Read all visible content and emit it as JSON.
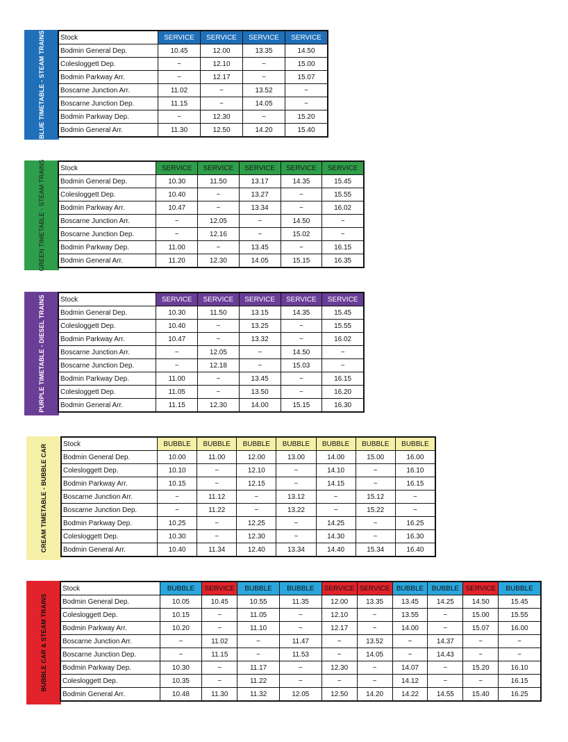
{
  "blue": {
    "side_label": "BLUE TIMETABLE - STEAM TRAINS",
    "header": [
      "Stock",
      "SERVICE",
      "SERVICE",
      "SERVICE",
      "SERVICE"
    ],
    "header_styles": [
      "",
      "hdr-blue",
      "hdr-blue",
      "hdr-blue",
      "hdr-blue"
    ],
    "rows": [
      [
        "Bodmin General Dep.",
        "10.45",
        "12.00",
        "13.35",
        "14.50"
      ],
      [
        "Colesloggett Dep.",
        "~",
        "12.10",
        "~",
        "15.00"
      ],
      [
        "Bodmin Parkway Arr.",
        "~",
        "12.17",
        "~",
        "15.07"
      ],
      [
        "Boscarne Junction Arr.",
        "11.02",
        "~",
        "13.52",
        "~"
      ],
      [
        "Boscarne Junction Dep.",
        "11.15",
        "~",
        "14.05",
        "~"
      ],
      [
        "Bodmin Parkway Dep.",
        "~",
        "12.30",
        "~",
        "15.20"
      ],
      [
        "Bodmin General Arr.",
        "11.30",
        "12.50",
        "14.20",
        "15.40"
      ]
    ]
  },
  "green": {
    "side_label": "GREEN TIMETABLE - STEAM TRAINS",
    "header": [
      "Stock",
      "SERVICE",
      "SERVICE",
      "SERVICE",
      "SERVICE",
      "SERVICE"
    ],
    "header_styles": [
      "",
      "hdr-green",
      "hdr-green",
      "hdr-green",
      "hdr-green",
      "hdr-green"
    ],
    "rows": [
      [
        "Bodmin General Dep.",
        "10.30",
        "11.50",
        "13.17",
        "14.35",
        "15.45"
      ],
      [
        "Colesloggett Dep.",
        "10.40",
        "~",
        "13.27",
        "~",
        "15.55"
      ],
      [
        "Bodmin Parkway Arr.",
        "10.47",
        "~",
        "13.34",
        "~",
        "16.02"
      ],
      [
        "Boscarne Junction Arr.",
        "~",
        "12.05",
        "~",
        "14.50",
        "~"
      ],
      [
        "Boscarne Junction Dep.",
        "~",
        "12.16",
        "~",
        "15.02",
        "~"
      ],
      [
        "Bodmin Parkway Dep.",
        "11.00",
        "~",
        "13.45",
        "~",
        "16.15"
      ],
      [
        "Bodmin General Arr.",
        "11.20",
        "12.30",
        "14.05",
        "15.15",
        "16.35"
      ]
    ]
  },
  "purple": {
    "side_label": "PURPLE TIMETABLE - DIESEL TRAINS",
    "header": [
      "Stock",
      "SERVICE",
      "SERVICE",
      "SERVICE",
      "SERVICE",
      "SERVICE"
    ],
    "header_styles": [
      "",
      "hdr-purple",
      "hdr-purple",
      "hdr-purple",
      "hdr-purple",
      "hdr-purple"
    ],
    "rows": [
      [
        "Bodmin General Dep.",
        "10.30",
        "11.50",
        "13.15",
        "14.35",
        "15.45"
      ],
      [
        "Colesloggett Dep.",
        "10.40",
        "~",
        "13.25",
        "~",
        "15.55"
      ],
      [
        "Bodmin Parkway Arr.",
        "10.47",
        "~",
        "13.32",
        "~",
        "16.02"
      ],
      [
        "Boscarne Junction Arr.",
        "~",
        "12.05",
        "~",
        "14.50",
        "~"
      ],
      [
        "Boscarne Junction Dep.",
        "~",
        "12.18",
        "~",
        "15.03",
        "~"
      ],
      [
        "Bodmin Parkway Dep.",
        "11.00",
        "~",
        "13.45",
        "~",
        "16.15"
      ],
      [
        "Colesloggett Dep.",
        "11.05",
        "~",
        "13.50",
        "~",
        "16.20"
      ],
      [
        "Bodmin General Arr.",
        "11.15",
        "12.30",
        "14.00",
        "15.15",
        "16.30"
      ]
    ]
  },
  "cream": {
    "side_label": "CREAM TIMETABLE - BUBBLE CAR",
    "header": [
      "Stock",
      "BUBBLE",
      "BUBBLE",
      "BUBBLE",
      "BUBBLE",
      "BUBBLE",
      "BUBBLE",
      "BUBBLE"
    ],
    "header_styles": [
      "",
      "hdr-cream",
      "hdr-cream",
      "hdr-cream",
      "hdr-cream",
      "hdr-cream",
      "hdr-cream",
      "hdr-cream"
    ],
    "rows": [
      [
        "Bodmin General Dep.",
        "10.00",
        "11.00",
        "12.00",
        "13.00",
        "14.00",
        "15.00",
        "16.00"
      ],
      [
        "Colesloggett Dep.",
        "10.10",
        "~",
        "12.10",
        "~",
        "14.10",
        "~",
        "16.10"
      ],
      [
        "Bodmin Parkway Arr.",
        "10.15",
        "~",
        "12.15",
        "~",
        "14.15",
        "~",
        "16.15"
      ],
      [
        "Boscarne Junction Arr.",
        "~",
        "11.12",
        "~",
        "13.12",
        "~",
        "15.12",
        "~"
      ],
      [
        "Boscarne Junction Dep.",
        "~",
        "11.22",
        "~",
        "13.22",
        "~",
        "15.22",
        "~"
      ],
      [
        "Bodmin Parkway Dep.",
        "10.25",
        "~",
        "12.25",
        "~",
        "14.25",
        "~",
        "16.25"
      ],
      [
        "Colesloggett Dep.",
        "10.30",
        "~",
        "12.30",
        "~",
        "14.30",
        "~",
        "16.30"
      ],
      [
        "Bodmin General Arr.",
        "10.40",
        "11.34",
        "12.40",
        "13.34",
        "14.40",
        "15.34",
        "16.40"
      ]
    ]
  },
  "red": {
    "side_label": "BUBBLE CAR & STEAM TRAINS",
    "header": [
      "Stock",
      "BUBBLE",
      "SERVICE",
      "BUBBLE",
      "BUBBLE",
      "SERVICE",
      "SERVICE",
      "BUBBLE",
      "BUBBLE",
      "SERVICE",
      "BUBBLE"
    ],
    "header_styles": [
      "",
      "hdr-sky",
      "hdr-red",
      "hdr-sky",
      "hdr-sky",
      "hdr-red",
      "hdr-red",
      "hdr-sky",
      "hdr-sky",
      "hdr-red",
      "hdr-sky"
    ],
    "rows": [
      [
        "Bodmin General Dep.",
        "10.05",
        "10.45",
        "10.55",
        "11.35",
        "12.00",
        "13.35",
        "13.45",
        "14.25",
        "14.50",
        "15.45"
      ],
      [
        "Colesloggett Dep.",
        "10.15",
        "~",
        "11.05",
        "~",
        "12.10",
        "~",
        "13.55",
        "~",
        "15.00",
        "15.55"
      ],
      [
        "Bodmin Parkway Arr.",
        "10.20",
        "~",
        "11.10",
        "~",
        "12.17",
        "~",
        "14.00",
        "~",
        "15.07",
        "16.00"
      ],
      [
        "Boscarne Junction Arr.",
        "~",
        "11.02",
        "~",
        "11.47",
        "~",
        "13.52",
        "~",
        "14.37",
        "~",
        "~"
      ],
      [
        "Boscarne Junction Dep.",
        "~",
        "11.15",
        "~",
        "11.53",
        "~",
        "14.05",
        "~",
        "14.43",
        "~",
        "~"
      ],
      [
        "Bodmin Parkway Dep.",
        "10.30",
        "~",
        "11.17",
        "~",
        "12.30",
        "~",
        "14.07",
        "~",
        "15.20",
        "16.10"
      ],
      [
        "Colesloggett Dep.",
        "10.35",
        "~",
        "11.22",
        "~",
        "~",
        "~",
        "14.12",
        "~",
        "~",
        "16.15"
      ],
      [
        "Bodmin General Arr.",
        "10.48",
        "11.30",
        "11.32",
        "12.05",
        "12.50",
        "14.20",
        "14.22",
        "14.55",
        "15.40",
        "16.25"
      ]
    ]
  }
}
